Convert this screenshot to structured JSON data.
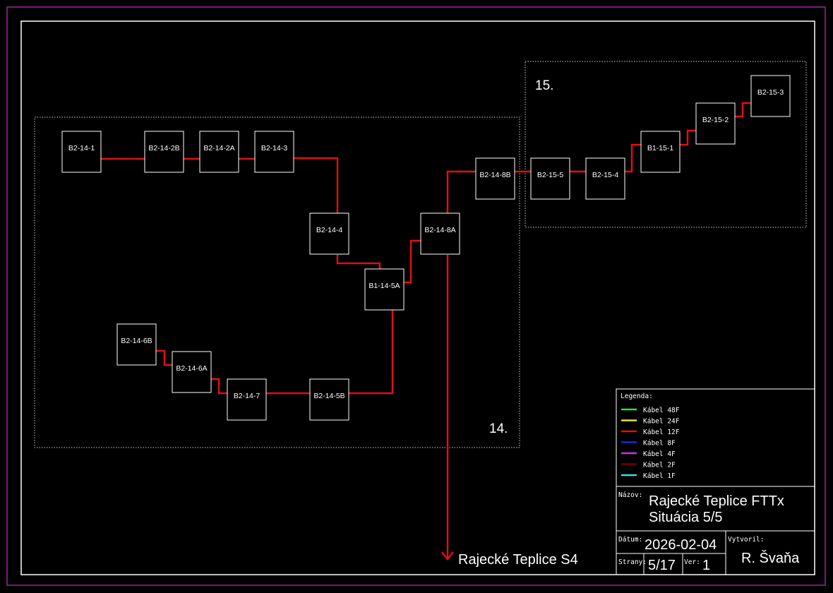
{
  "nodes": [
    {
      "id": "B2-14-1",
      "label": "B2-14-1"
    },
    {
      "id": "B2-14-2B",
      "label": "B2-14-2B"
    },
    {
      "id": "B2-14-2A",
      "label": "B2-14-2A"
    },
    {
      "id": "B2-14-3",
      "label": "B2-14-3"
    },
    {
      "id": "B2-14-4",
      "label": "B2-14-4"
    },
    {
      "id": "B1-14-5A",
      "label": "B1-14-5A"
    },
    {
      "id": "B2-14-8A",
      "label": "B2-14-8A"
    },
    {
      "id": "B2-14-8B",
      "label": "B2-14-8B"
    },
    {
      "id": "B2-15-5",
      "label": "B2-15-5"
    },
    {
      "id": "B2-15-4",
      "label": "B2-15-4"
    },
    {
      "id": "B1-15-1",
      "label": "B1-15-1"
    },
    {
      "id": "B2-15-2",
      "label": "B2-15-2"
    },
    {
      "id": "B2-15-3",
      "label": "B2-15-3"
    },
    {
      "id": "B2-14-6B",
      "label": "B2-14-6B"
    },
    {
      "id": "B2-14-6A",
      "label": "B2-14-6A"
    },
    {
      "id": "B2-14-7",
      "label": "B2-14-7"
    },
    {
      "id": "B2-14-5B",
      "label": "B2-14-5B"
    }
  ],
  "connections": [
    {
      "from": "B2-14-1",
      "to": "B2-14-2B",
      "cable": "Kábel 12F"
    },
    {
      "from": "B2-14-2B",
      "to": "B2-14-2A",
      "cable": "Kábel 12F"
    },
    {
      "from": "B2-14-2A",
      "to": "B2-14-3",
      "cable": "Kábel 12F"
    },
    {
      "from": "B2-14-3",
      "to": "B2-14-4",
      "cable": "Kábel 12F"
    },
    {
      "from": "B2-14-4",
      "to": "B1-14-5A",
      "cable": "Kábel 12F"
    },
    {
      "from": "B1-14-5A",
      "to": "B2-14-8A",
      "cable": "Kábel 12F"
    },
    {
      "from": "B2-14-8A",
      "to": "B2-14-8B",
      "cable": "Kábel 12F"
    },
    {
      "from": "B2-14-8B",
      "to": "B2-15-5",
      "cable": "Kábel 12F"
    },
    {
      "from": "B2-15-5",
      "to": "B2-15-4",
      "cable": "Kábel 12F"
    },
    {
      "from": "B2-15-4",
      "to": "B1-15-1",
      "cable": "Kábel 12F"
    },
    {
      "from": "B1-15-1",
      "to": "B2-15-2",
      "cable": "Kábel 12F"
    },
    {
      "from": "B2-15-2",
      "to": "B2-15-3",
      "cable": "Kábel 12F"
    },
    {
      "from": "B1-14-5A",
      "to": "B2-14-5B",
      "cable": "Kábel 12F"
    },
    {
      "from": "B2-14-5B",
      "to": "B2-14-7",
      "cable": "Kábel 12F"
    },
    {
      "from": "B2-14-7",
      "to": "B2-14-6A",
      "cable": "Kábel 12F"
    },
    {
      "from": "B2-14-6A",
      "to": "B2-14-6B",
      "cable": "Kábel 12F"
    },
    {
      "from": "B2-14-8A",
      "to": "Rajecké Teplice S4",
      "cable": "Kábel 12F"
    }
  ],
  "zones": [
    {
      "id": "zone-14",
      "label": "14."
    },
    {
      "id": "zone-15",
      "label": "15."
    }
  ],
  "external_link": {
    "label": "Rajecké Teplice S4"
  },
  "legend": {
    "title": "Legenda:",
    "items": [
      {
        "label": "Kábel 48F",
        "color": "#33dd33"
      },
      {
        "label": "Kábel 24F",
        "color": "#f0e030"
      },
      {
        "label": "Kábel 12F",
        "color": "#e01010"
      },
      {
        "label": "Kábel 8F",
        "color": "#1a2ad8"
      },
      {
        "label": "Kábel 4F",
        "color": "#cc33dd"
      },
      {
        "label": "Kábel 2F",
        "color": "#700000"
      },
      {
        "label": "Kábel 1F",
        "color": "#33dddd"
      }
    ]
  },
  "title_block": {
    "name_label": "Názov:",
    "name_line1": "Rajecké Teplice FTTx",
    "name_line2": "Situácia 5/5",
    "date_label": "Dátum:",
    "date": "2026-02-04",
    "author_label": "Vytvoril:",
    "author": "R. Švaňa",
    "pages_label": "Strany:",
    "pages": "5/17",
    "version_label": "Ver:",
    "version": "1"
  },
  "colors": {
    "background": "#000000",
    "outer_frame": "#7a1a7a",
    "inner_frame": "#ffffff",
    "cable": "#e01010"
  }
}
